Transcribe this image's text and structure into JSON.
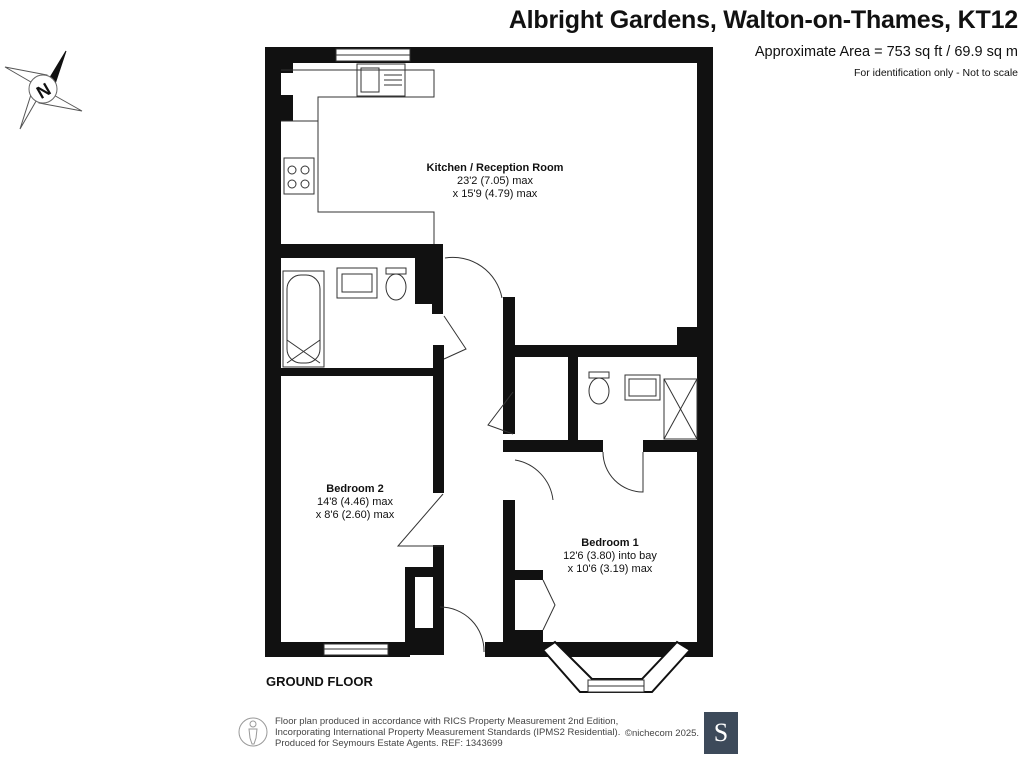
{
  "header": {
    "title": "Albright Gardens, Walton-on-Thames, KT12",
    "area": "Approximate Area = 753 sq ft / 69.9 sq m",
    "note": "For identification only - Not to scale"
  },
  "compass": {
    "letter": "N"
  },
  "rooms": [
    {
      "name": "Kitchen / Reception Room",
      "dim1": "23'2 (7.05) max",
      "dim2": "x 15'9 (4.79) max"
    },
    {
      "name": "Bedroom 2",
      "dim1": "14'8 (4.46) max",
      "dim2": "x 8'6 (2.60) max"
    },
    {
      "name": "Bedroom 1",
      "dim1": "12'6 (3.80) into bay",
      "dim2": "x 10'6 (3.19) max"
    }
  ],
  "floor_label": "GROUND FLOOR",
  "footer": {
    "line1": "Floor plan produced in accordance with RICS Property Measurement 2nd Edition,",
    "line2": "Incorporating International Property Measurement Standards (IPMS2 Residential).",
    "line3": "Produced for Seymours Estate Agents.   REF: 1343699",
    "copyright": "©nichecom 2025.",
    "logo_letter": "S"
  },
  "colors": {
    "wall": "#111111",
    "text": "#111111",
    "logo_bg": "#3d4a5a"
  }
}
